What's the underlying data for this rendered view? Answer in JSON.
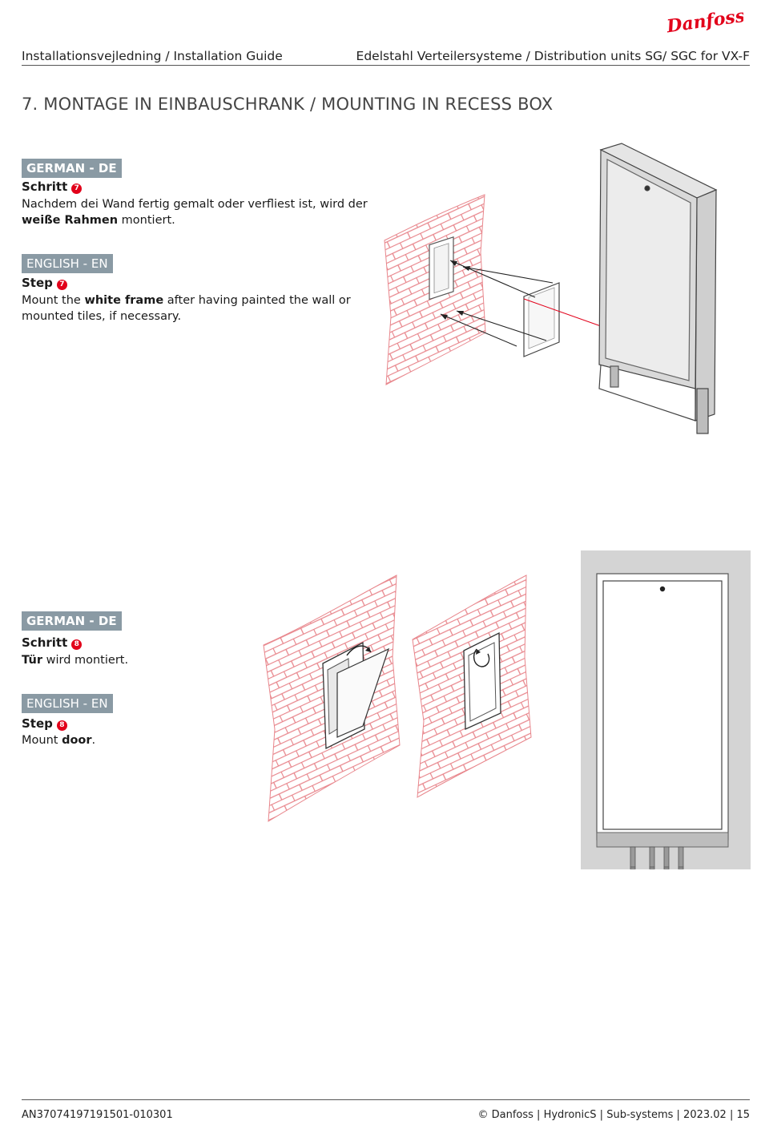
{
  "brand": {
    "logo_text": "Danfoss",
    "color": "#e2001a"
  },
  "header": {
    "left": "Installationsvejledning / Installation Guide",
    "right": "Edelstahl Verteilersysteme / Distribution units SG/ SGC for VX-F"
  },
  "section_title": "7. MONTAGE IN EINBAUSCHRANK / MOUNTING IN RECESS BOX",
  "step7": {
    "de_tag": "GERMAN - DE",
    "de_heading": "Schritt",
    "de_text_1": "Nachdem dei Wand fertig gemalt oder verfliest ist, wird der ",
    "de_text_bold": "weiße Rahmen",
    "de_text_2": " montiert.",
    "en_tag": "ENGLISH - EN",
    "en_heading": "Step",
    "en_text_1": "Mount the ",
    "en_text_bold": "white frame",
    "en_text_2": " after having painted the wall or mounted tiles, if necessary.",
    "number": "7"
  },
  "step8": {
    "de_tag": "GERMAN - DE",
    "de_heading": "Schritt",
    "de_text_bold": "Tür",
    "de_text_2": " wird montiert.",
    "en_tag": "ENGLISH - EN",
    "en_heading": "Step",
    "en_text_1": "Mount ",
    "en_text_bold": "door",
    "en_text_2": ".",
    "number": "8"
  },
  "footer": {
    "left": "AN37074197191501-010301",
    "right": "© Danfoss | HydronicS | Sub-systems | 2023.02  | 15"
  },
  "colors": {
    "tag_bg": "#8a9aa4",
    "brick": "#e8868c",
    "rule": "#555555"
  }
}
